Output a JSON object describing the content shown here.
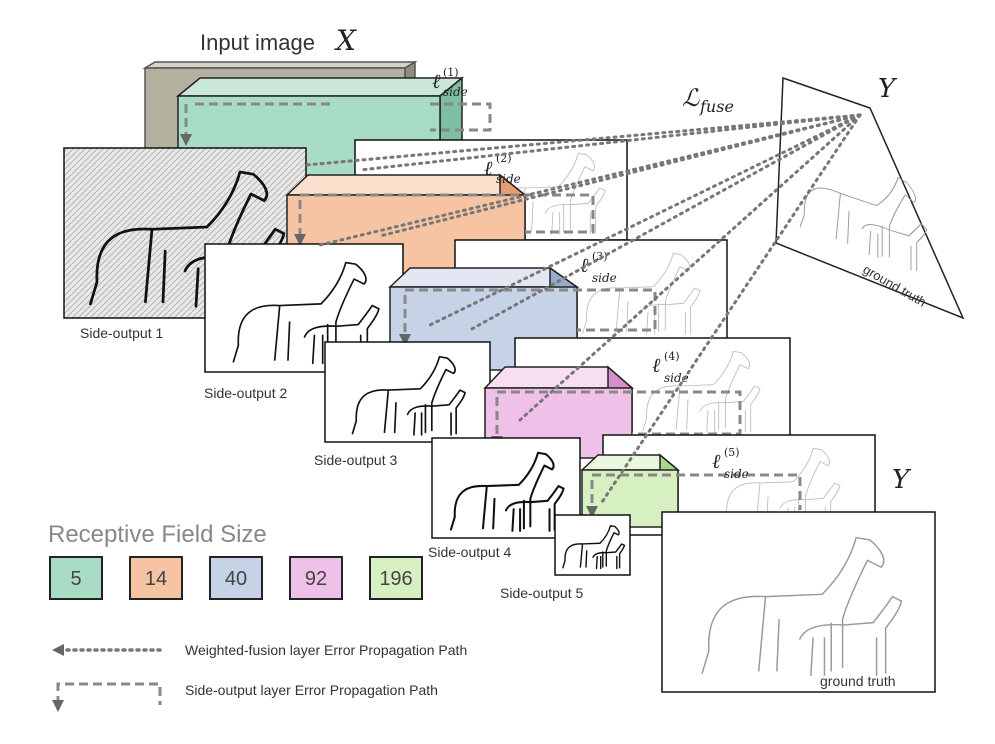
{
  "title": "Input image",
  "title_var": "X",
  "fuse_loss": "ℒ",
  "fuse_loss_sub": "fuse",
  "target_var": "Y",
  "target_var_2": "Y",
  "side_losses": [
    {
      "symbol": "ℓ",
      "sup": "(1)",
      "sub": "side"
    },
    {
      "symbol": "ℓ",
      "sup": "(2)",
      "sub": "side"
    },
    {
      "symbol": "ℓ",
      "sup": "(3)",
      "sub": "side"
    },
    {
      "symbol": "ℓ",
      "sup": "(4)",
      "sub": "side"
    },
    {
      "symbol": "ℓ",
      "sup": "(5)",
      "sub": "side"
    }
  ],
  "side_outputs": [
    "Side-output 1",
    "Side-output 2",
    "Side-output 3",
    "Side-output 4",
    "Side-output 5"
  ],
  "ground_truth_labels": [
    "ground truth",
    "ground truth"
  ],
  "receptive_field": {
    "title": "Receptive Field Size",
    "boxes": [
      {
        "value": "5",
        "color": "#a9dcc4"
      },
      {
        "value": "14",
        "color": "#f6c3a3"
      },
      {
        "value": "40",
        "color": "#c6d2e6"
      },
      {
        "value": "92",
        "color": "#efc0e8"
      },
      {
        "value": "196",
        "color": "#d7f0c2"
      }
    ]
  },
  "legend": [
    {
      "icon": "dotted-arrow-icon",
      "text": "Weighted-fusion layer Error Propagation Path"
    },
    {
      "icon": "dashed-arrow-icon",
      "text": "Side-output layer Error Propagation Path"
    }
  ],
  "colors": {
    "input": "#b4b0a0",
    "stage1": "#a9dcc4",
    "stage2": "#f6c3a3",
    "stage3": "#c6d2e6",
    "stage4": "#efc0e8",
    "stage5": "#d7f0c2"
  }
}
